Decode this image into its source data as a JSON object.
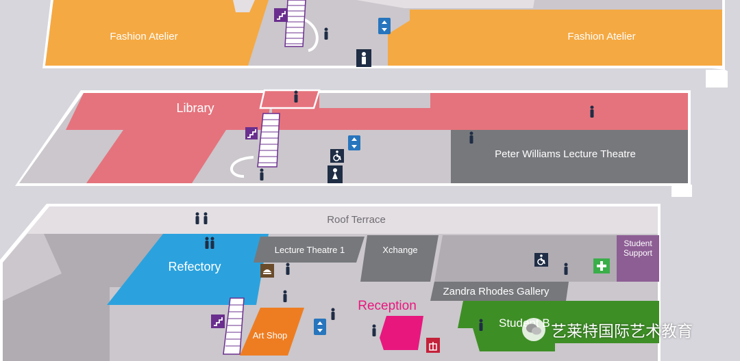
{
  "floors": {
    "top": {
      "areas": [
        "Fashion Atelier",
        "Fashion Atelier"
      ]
    },
    "middle": {
      "areas": [
        "Library",
        "Peter Williams Lecture Theatre"
      ]
    },
    "ground": {
      "areas": [
        "Roof Terrace",
        "Refectory",
        "Lecture Theatre 1",
        "Xchange",
        "Student\nSupport",
        "Zandra Rhodes Gallery",
        "Reception",
        "Art Shop",
        "Student Bar"
      ],
      "visible_student_bar_text": "Student B"
    }
  },
  "colors": {
    "background": "#d6d6dc",
    "fashion": "#f5a942",
    "library": "#e5737d",
    "lecture": "#77787c",
    "refectory": "#2ba2de",
    "art_shop": "#ee7d22",
    "reception": "#e8177e",
    "student_bar": "#3e8e26",
    "student_support": "#8d5e94",
    "floor": "#cbc7cc",
    "icon_blue": "#2775bd",
    "icon_navy": "#1f2d45",
    "icon_purple": "#6a2f8e"
  },
  "icons": [
    "stairs-icon",
    "lift-icon",
    "person-icon",
    "toilet-icon",
    "accessible-icon",
    "first-aid-icon",
    "food-icon",
    "gift-icon"
  ],
  "watermark": {
    "text": "艺莱特国际艺术教育"
  }
}
